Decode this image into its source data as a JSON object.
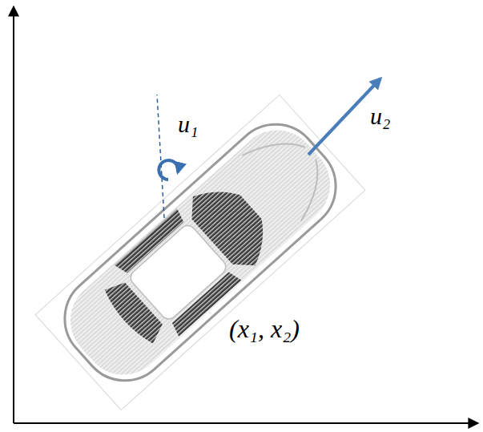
{
  "diagram": {
    "labels": [
      "u₁",
      "u₂",
      "(x₁, x₂)"
    ]
  }
}
